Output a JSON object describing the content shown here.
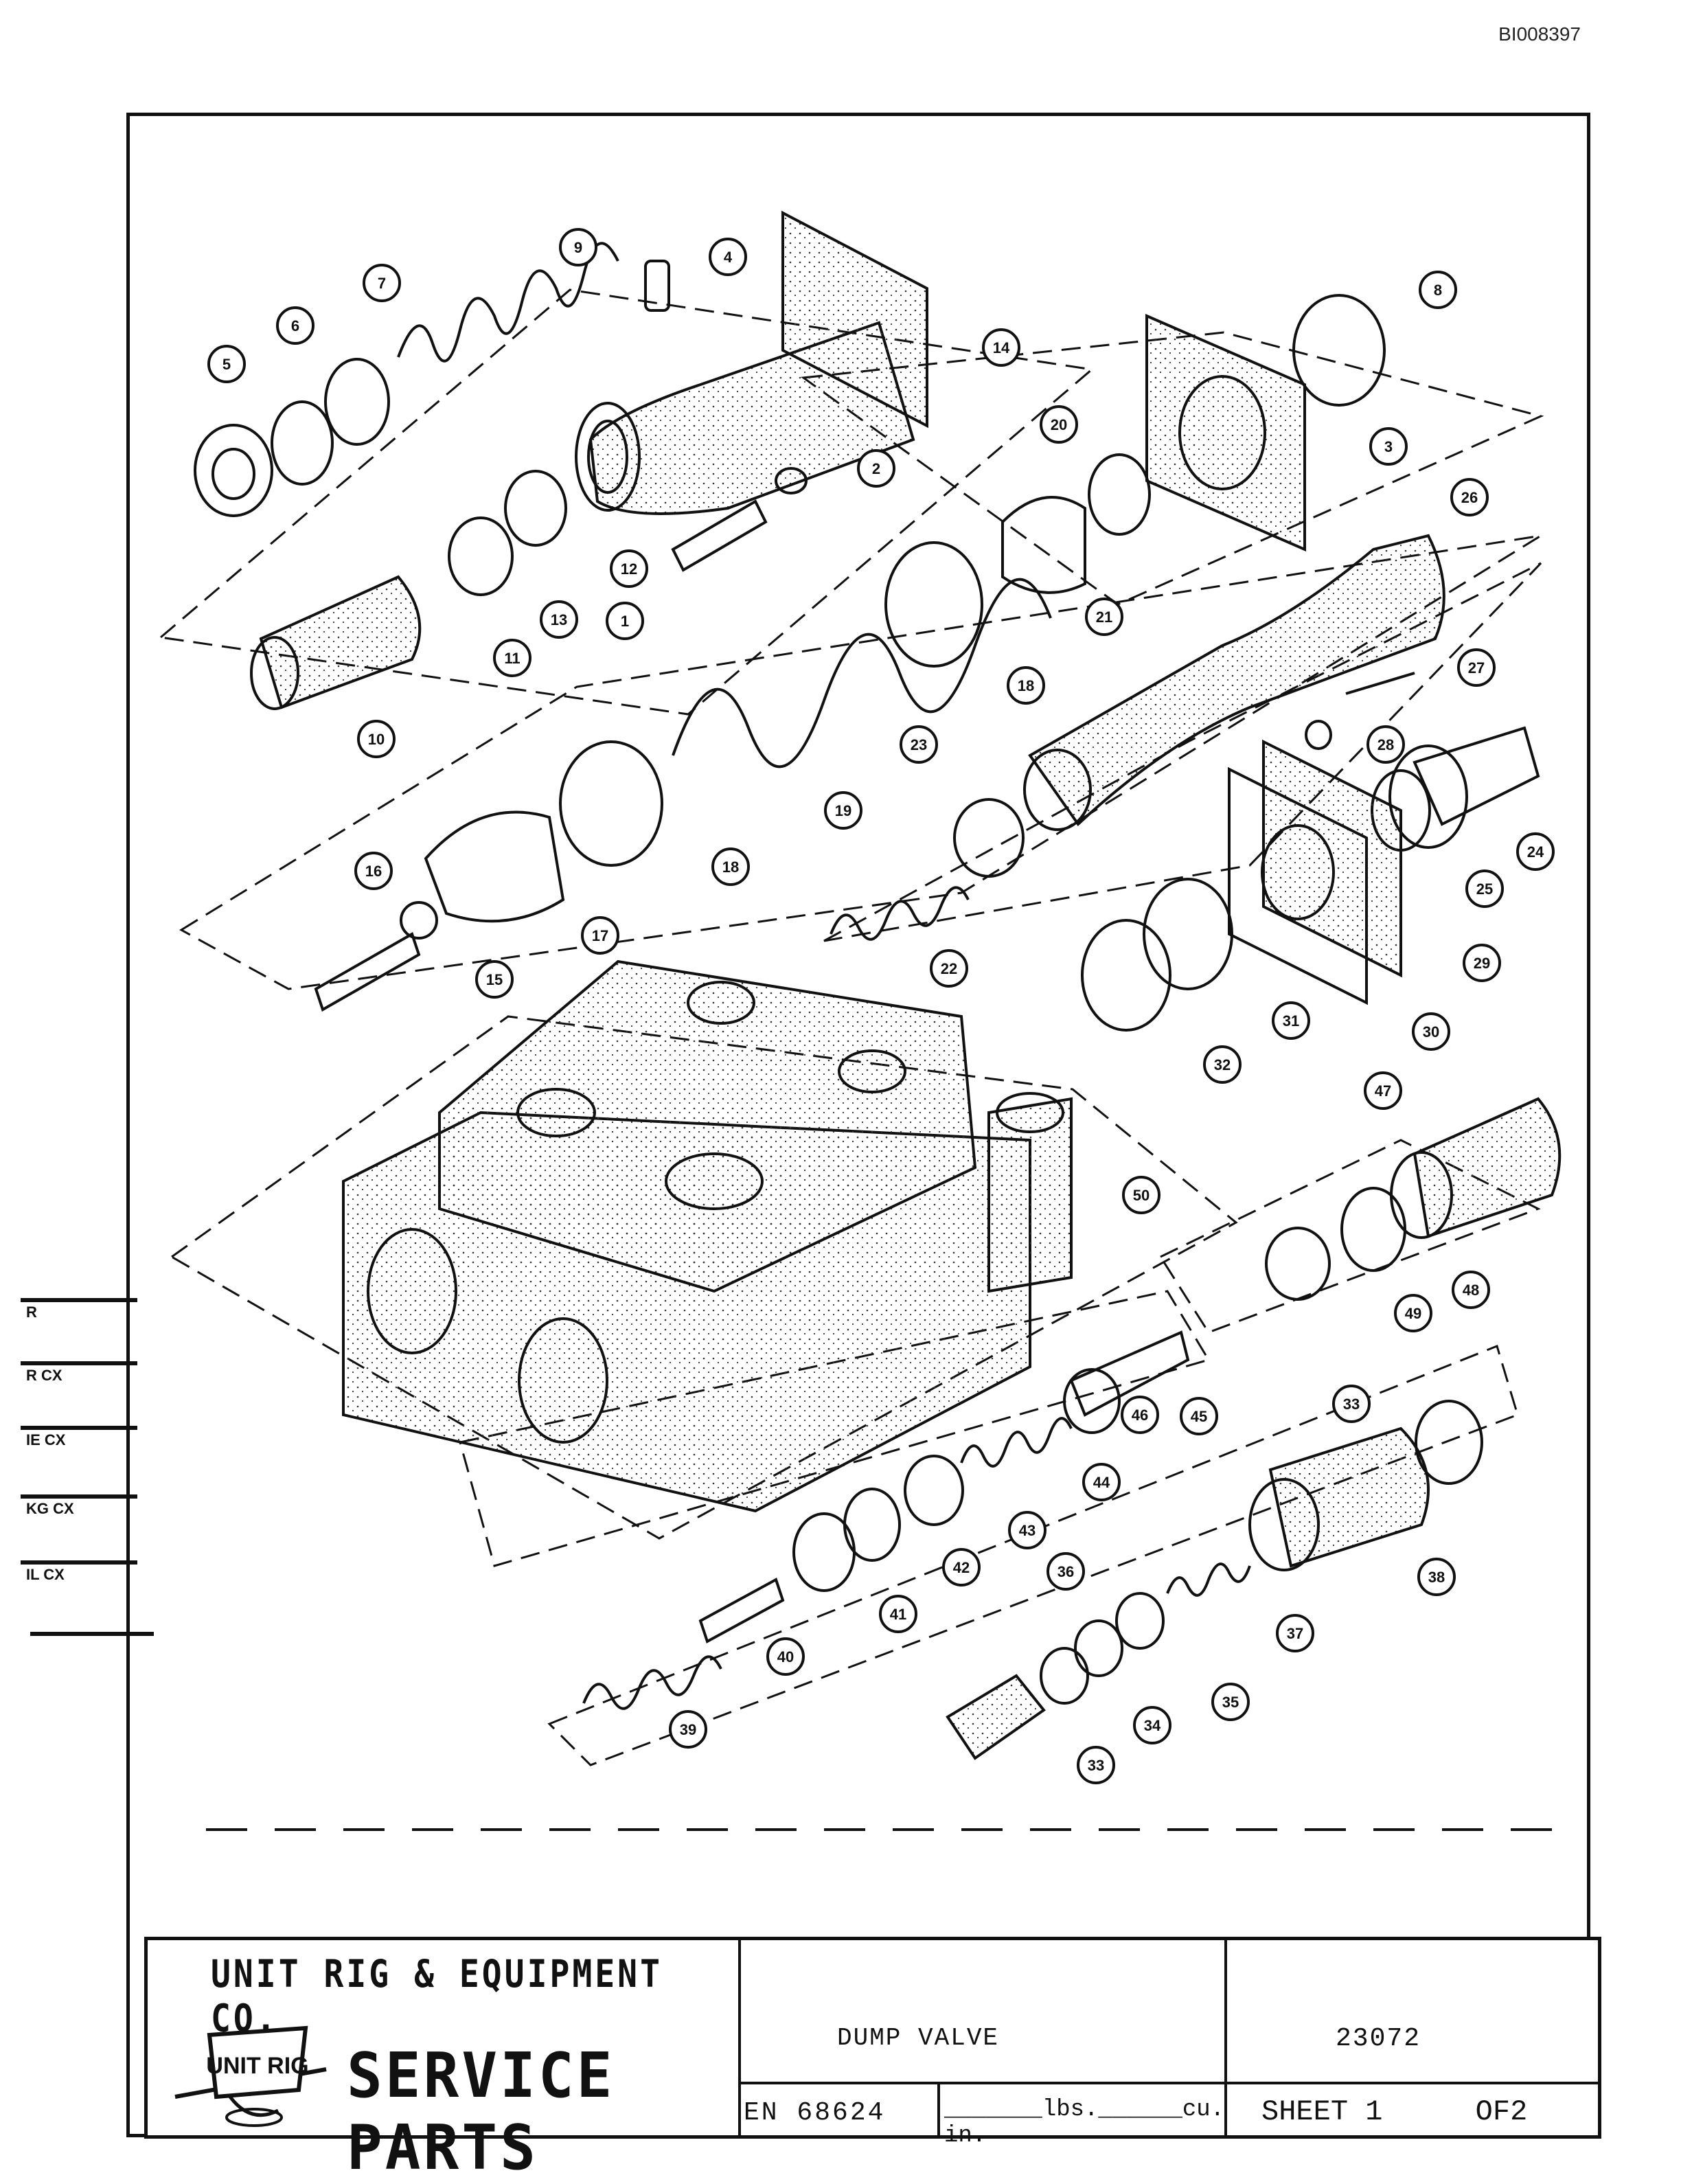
{
  "document_id": "BI008397",
  "title_block": {
    "company": "UNIT RIG & EQUIPMENT CO.",
    "logo_text": "UNIT RIG",
    "service_parts": "SERVICE PARTS",
    "description": "DUMP VALVE",
    "part_number": "23072",
    "en_number": "EN 68624",
    "weight_field": "_______lbs.______cu. in.",
    "sheet_label": "SHEET 1",
    "sheet_of": "OF2"
  },
  "edge_tabs": [
    "R",
    "R CX",
    "IE CX",
    "KG CX",
    "IL CX"
  ],
  "callouts": [
    "1",
    "2",
    "3",
    "4",
    "5",
    "6",
    "7",
    "8",
    "9",
    "10",
    "11",
    "12",
    "13",
    "14",
    "15",
    "16",
    "17",
    "18",
    "18",
    "19",
    "20",
    "21",
    "22",
    "23",
    "24",
    "25",
    "26",
    "27",
    "28",
    "29",
    "30",
    "31",
    "32",
    "33",
    "33",
    "34",
    "35",
    "36",
    "37",
    "38",
    "39",
    "40",
    "41",
    "42",
    "43",
    "44",
    "45",
    "46",
    "47",
    "48",
    "49",
    "50"
  ]
}
